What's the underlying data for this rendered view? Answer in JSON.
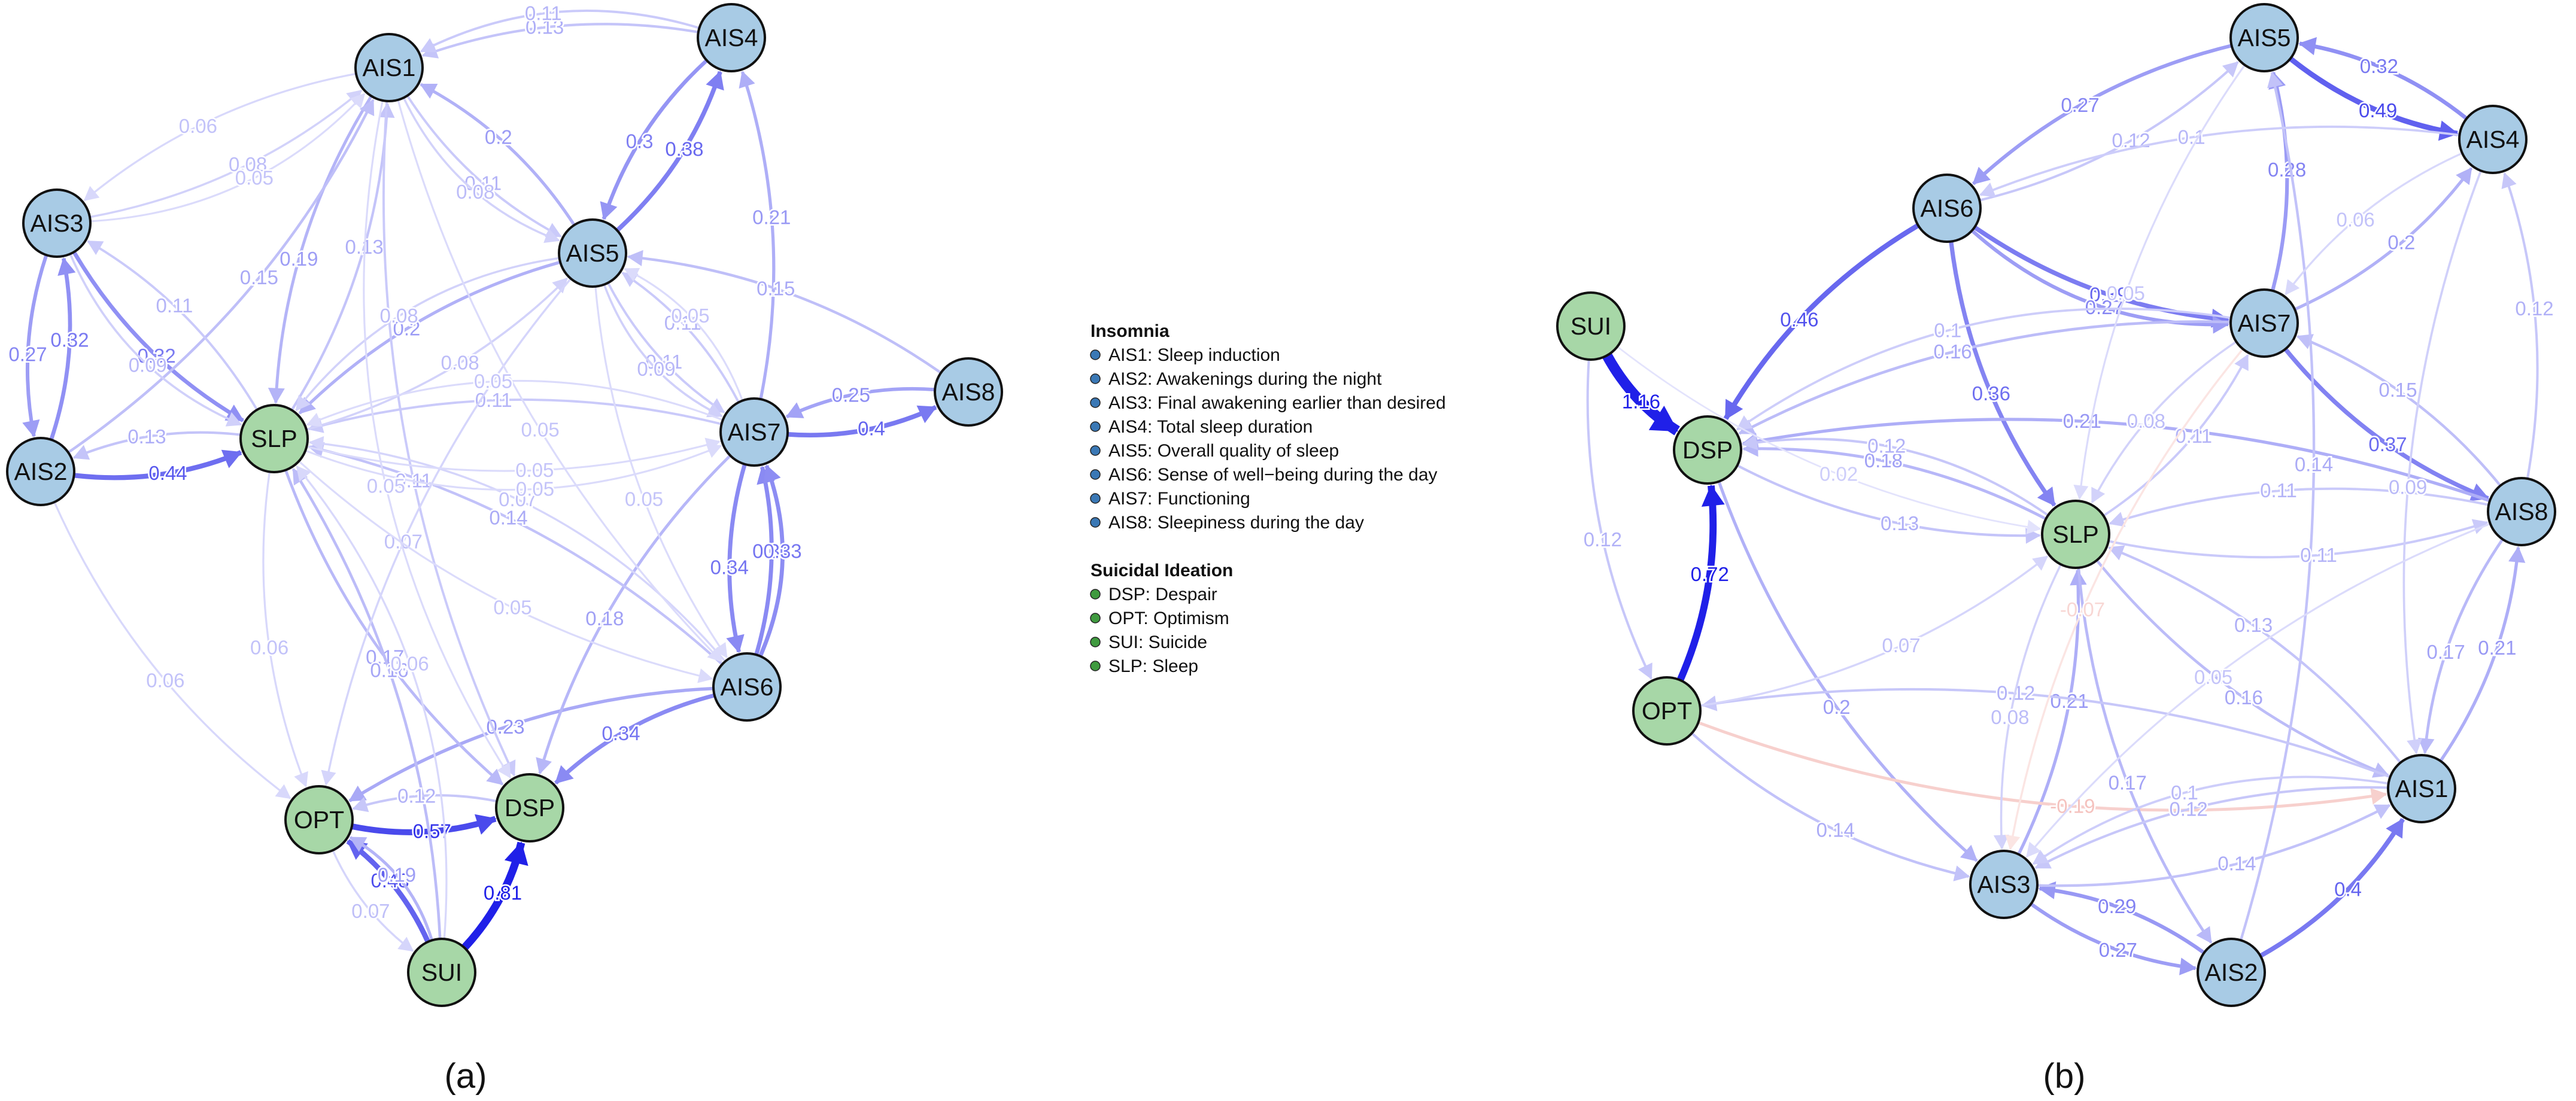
{
  "colors": {
    "insomnia_node": "#a8cbe5",
    "suicidal_node": "#a7d7a7",
    "positive_edge": "#2020e8",
    "negative_edge": "#e8746a",
    "legend_blue_dot": "#3a78b5",
    "legend_green_dot": "#3f9a3f"
  },
  "legend": {
    "groups": [
      {
        "title": "Insomnia",
        "color": "blue",
        "items": [
          "AIS1: Sleep induction",
          "AIS2: Awakenings during the night",
          "AIS3: Final awakening earlier than desired",
          "AIS4: Total sleep duration",
          "AIS5: Overall quality of sleep",
          "AIS6: Sense of well−being during the day",
          "AIS7: Functioning",
          "AIS8: Sleepiness during the day"
        ]
      },
      {
        "title": "Suicidal Ideation",
        "color": "green",
        "items": [
          "DSP: Despair",
          "OPT: Optimism",
          "SUI: Suicide",
          "SLP: Sleep"
        ]
      }
    ]
  },
  "panels": [
    {
      "caption": "(a)",
      "nodes": [
        {
          "id": "AIS1",
          "group": "insomnia"
        },
        {
          "id": "AIS2",
          "group": "insomnia"
        },
        {
          "id": "AIS3",
          "group": "insomnia"
        },
        {
          "id": "AIS4",
          "group": "insomnia"
        },
        {
          "id": "AIS5",
          "group": "insomnia"
        },
        {
          "id": "AIS6",
          "group": "insomnia"
        },
        {
          "id": "AIS7",
          "group": "insomnia"
        },
        {
          "id": "AIS8",
          "group": "insomnia"
        },
        {
          "id": "SLP",
          "group": "suicidal"
        },
        {
          "id": "OPT",
          "group": "suicidal"
        },
        {
          "id": "DSP",
          "group": "suicidal"
        },
        {
          "id": "SUI",
          "group": "suicidal"
        }
      ],
      "edges": [
        {
          "from": "SUI",
          "to": "DSP",
          "weight": 0.81
        },
        {
          "from": "OPT",
          "to": "DSP",
          "weight": 0.57
        },
        {
          "from": "SUI",
          "to": "OPT",
          "weight": 0.48
        },
        {
          "from": "AIS2",
          "to": "SLP",
          "weight": 0.44
        },
        {
          "from": "AIS7",
          "to": "AIS8",
          "weight": 0.4
        },
        {
          "from": "AIS5",
          "to": "AIS4",
          "weight": 0.38
        },
        {
          "from": "AIS6",
          "to": "AIS7",
          "weight": 0.34
        },
        {
          "from": "AIS7",
          "to": "AIS6",
          "weight": 0.34
        },
        {
          "from": "AIS6",
          "to": "DSP",
          "weight": 0.34
        },
        {
          "from": "AIS6",
          "to": "AIS7",
          "weight": 0.33
        },
        {
          "from": "AIS2",
          "to": "AIS3",
          "weight": 0.32
        },
        {
          "from": "AIS3",
          "to": "SLP",
          "weight": 0.32
        },
        {
          "from": "AIS4",
          "to": "AIS5",
          "weight": 0.3
        },
        {
          "from": "AIS3",
          "to": "AIS2",
          "weight": 0.27
        },
        {
          "from": "AIS8",
          "to": "AIS7",
          "weight": 0.25
        },
        {
          "from": "AIS6",
          "to": "OPT",
          "weight": 0.23
        },
        {
          "from": "AIS7",
          "to": "AIS4",
          "weight": 0.21
        },
        {
          "from": "AIS5",
          "to": "AIS1",
          "weight": 0.2
        },
        {
          "from": "AIS5",
          "to": "SLP",
          "weight": 0.2
        },
        {
          "from": "AIS1",
          "to": "SLP",
          "weight": 0.19
        },
        {
          "from": "SUI",
          "to": "OPT",
          "weight": 0.19
        },
        {
          "from": "AIS7",
          "to": "DSP",
          "weight": 0.18
        },
        {
          "from": "SLP",
          "to": "DSP",
          "weight": 0.17
        },
        {
          "from": "SUI",
          "to": "SLP",
          "weight": 0.16
        },
        {
          "from": "AIS2",
          "to": "AIS1",
          "weight": 0.15
        },
        {
          "from": "AIS8",
          "to": "AIS5",
          "weight": 0.15
        },
        {
          "from": "AIS6",
          "to": "SLP",
          "weight": 0.14
        },
        {
          "from": "AIS4",
          "to": "AIS1",
          "weight": 0.13
        },
        {
          "from": "SLP",
          "to": "AIS2",
          "weight": 0.13
        },
        {
          "from": "SLP",
          "to": "AIS1",
          "weight": 0.13
        },
        {
          "from": "DSP",
          "to": "OPT",
          "weight": 0.12
        },
        {
          "from": "AIS1",
          "to": "AIS5",
          "weight": 0.11
        },
        {
          "from": "AIS4",
          "to": "AIS1",
          "weight": 0.11
        },
        {
          "from": "SLP",
          "to": "AIS3",
          "weight": 0.11
        },
        {
          "from": "AIS7",
          "to": "AIS5",
          "weight": 0.11
        },
        {
          "from": "AIS7",
          "to": "SLP",
          "weight": 0.11
        },
        {
          "from": "AIS1",
          "to": "DSP",
          "weight": 0.11
        },
        {
          "from": "AIS5",
          "to": "AIS7",
          "weight": 0.11
        },
        {
          "from": "AIS5",
          "to": "AIS7",
          "weight": 0.09
        },
        {
          "from": "AIS3",
          "to": "SLP",
          "weight": 0.09
        },
        {
          "from": "AIS1",
          "to": "AIS5",
          "weight": 0.08
        },
        {
          "from": "AIS3",
          "to": "AIS1",
          "weight": 0.08
        },
        {
          "from": "SLP",
          "to": "AIS5",
          "weight": 0.08
        },
        {
          "from": "AIS5",
          "to": "SLP",
          "weight": 0.08
        },
        {
          "from": "AIS5",
          "to": "OPT",
          "weight": 0.07
        },
        {
          "from": "AIS6",
          "to": "SLP",
          "weight": 0.07
        },
        {
          "from": "OPT",
          "to": "SUI",
          "weight": 0.07
        },
        {
          "from": "AIS2",
          "to": "OPT",
          "weight": 0.06
        },
        {
          "from": "AIS1",
          "to": "AIS3",
          "weight": 0.06
        },
        {
          "from": "SLP",
          "to": "OPT",
          "weight": 0.06
        },
        {
          "from": "SUI",
          "to": "SLP",
          "weight": 0.06
        },
        {
          "from": "AIS7",
          "to": "AIS5",
          "weight": 0.05
        },
        {
          "from": "SLP",
          "to": "AIS7",
          "weight": 0.05
        },
        {
          "from": "AIS3",
          "to": "AIS1",
          "weight": 0.05
        },
        {
          "from": "SLP",
          "to": "AIS7",
          "weight": 0.05
        },
        {
          "from": "AIS1",
          "to": "DSP",
          "weight": 0.05
        },
        {
          "from": "SLP",
          "to": "AIS6",
          "weight": 0.05
        },
        {
          "from": "AIS1",
          "to": "AIS6",
          "weight": 0.05
        },
        {
          "from": "AIS7",
          "to": "SLP",
          "weight": 0.05
        },
        {
          "from": "AIS5",
          "to": "AIS6",
          "weight": 0.05
        }
      ]
    },
    {
      "caption": "(b)",
      "nodes": [
        {
          "id": "AIS1",
          "group": "insomnia"
        },
        {
          "id": "AIS2",
          "group": "insomnia"
        },
        {
          "id": "AIS3",
          "group": "insomnia"
        },
        {
          "id": "AIS4",
          "group": "insomnia"
        },
        {
          "id": "AIS5",
          "group": "insomnia"
        },
        {
          "id": "AIS6",
          "group": "insomnia"
        },
        {
          "id": "AIS7",
          "group": "insomnia"
        },
        {
          "id": "AIS8",
          "group": "insomnia"
        },
        {
          "id": "SUI",
          "group": "suicidal"
        },
        {
          "id": "DSP",
          "group": "suicidal"
        },
        {
          "id": "OPT",
          "group": "suicidal"
        },
        {
          "id": "SLP",
          "group": "suicidal"
        }
      ],
      "edges": [
        {
          "from": "SUI",
          "to": "DSP",
          "weight": 1.16
        },
        {
          "from": "OPT",
          "to": "DSP",
          "weight": 0.72
        },
        {
          "from": "AIS5",
          "to": "AIS4",
          "weight": 0.49
        },
        {
          "from": "AIS6",
          "to": "DSP",
          "weight": 0.46
        },
        {
          "from": "AIS2",
          "to": "AIS1",
          "weight": 0.4
        },
        {
          "from": "AIS6",
          "to": "AIS7",
          "weight": 0.39
        },
        {
          "from": "AIS7",
          "to": "AIS8",
          "weight": 0.37
        },
        {
          "from": "AIS6",
          "to": "SLP",
          "weight": 0.36
        },
        {
          "from": "AIS4",
          "to": "AIS5",
          "weight": 0.32
        },
        {
          "from": "AIS2",
          "to": "AIS3",
          "weight": 0.29
        },
        {
          "from": "AIS7",
          "to": "AIS5",
          "weight": 0.28
        },
        {
          "from": "AIS3",
          "to": "AIS2",
          "weight": 0.27
        },
        {
          "from": "AIS5",
          "to": "AIS6",
          "weight": 0.27
        },
        {
          "from": "AIS6",
          "to": "AIS7",
          "weight": 0.27
        },
        {
          "from": "AIS1",
          "to": "AIS8",
          "weight": 0.21
        },
        {
          "from": "AIS3",
          "to": "SLP",
          "weight": 0.21
        },
        {
          "from": "AIS8",
          "to": "DSP",
          "weight": 0.21
        },
        {
          "from": "AIS7",
          "to": "AIS4",
          "weight": 0.2
        },
        {
          "from": "DSP",
          "to": "AIS3",
          "weight": 0.2
        },
        {
          "from": "OPT",
          "to": "AIS1",
          "weight": -0.19
        },
        {
          "from": "SLP",
          "to": "DSP",
          "weight": 0.18
        },
        {
          "from": "AIS8",
          "to": "AIS1",
          "weight": 0.17
        },
        {
          "from": "SLP",
          "to": "AIS2",
          "weight": 0.17
        },
        {
          "from": "AIS7",
          "to": "DSP",
          "weight": 0.16
        },
        {
          "from": "SLP",
          "to": "AIS1",
          "weight": 0.16
        },
        {
          "from": "AIS8",
          "to": "AIS7",
          "weight": 0.15
        },
        {
          "from": "AIS2",
          "to": "AIS5",
          "weight": 0.14
        },
        {
          "from": "AIS3",
          "to": "AIS1",
          "weight": 0.14
        },
        {
          "from": "OPT",
          "to": "AIS3",
          "weight": 0.14
        },
        {
          "from": "DSP",
          "to": "SLP",
          "weight": 0.13
        },
        {
          "from": "AIS1",
          "to": "SLP",
          "weight": 0.13
        },
        {
          "from": "AIS6",
          "to": "AIS5",
          "weight": 0.12
        },
        {
          "from": "AIS8",
          "to": "AIS4",
          "weight": 0.12
        },
        {
          "from": "SLP",
          "to": "DSP",
          "weight": 0.12
        },
        {
          "from": "AIS1",
          "to": "AIS3",
          "weight": 0.12
        },
        {
          "from": "SUI",
          "to": "OPT",
          "weight": 0.12
        },
        {
          "from": "AIS1",
          "to": "OPT",
          "weight": 0.12
        },
        {
          "from": "SLP",
          "to": "AIS7",
          "weight": 0.11
        },
        {
          "from": "AIS8",
          "to": "SLP",
          "weight": 0.11
        },
        {
          "from": "SLP",
          "to": "AIS8",
          "weight": 0.11
        },
        {
          "from": "AIS4",
          "to": "AIS6",
          "weight": 0.1
        },
        {
          "from": "AIS7",
          "to": "DSP",
          "weight": 0.1
        },
        {
          "from": "AIS1",
          "to": "AIS3",
          "weight": 0.1
        },
        {
          "from": "AIS4",
          "to": "AIS1",
          "weight": 0.09
        },
        {
          "from": "SLP",
          "to": "AIS3",
          "weight": 0.08
        },
        {
          "from": "AIS7",
          "to": "SLP",
          "weight": 0.08
        },
        {
          "from": "AIS7",
          "to": "AIS3",
          "weight": -0.07
        },
        {
          "from": "OPT",
          "to": "SLP",
          "weight": 0.07
        },
        {
          "from": "AIS4",
          "to": "AIS7",
          "weight": 0.06
        },
        {
          "from": "AIS8",
          "to": "AIS3",
          "weight": 0.05
        },
        {
          "from": "AIS5",
          "to": "SLP",
          "weight": 0.05
        },
        {
          "from": "SUI",
          "to": "SLP",
          "weight": 0.02
        }
      ]
    }
  ]
}
